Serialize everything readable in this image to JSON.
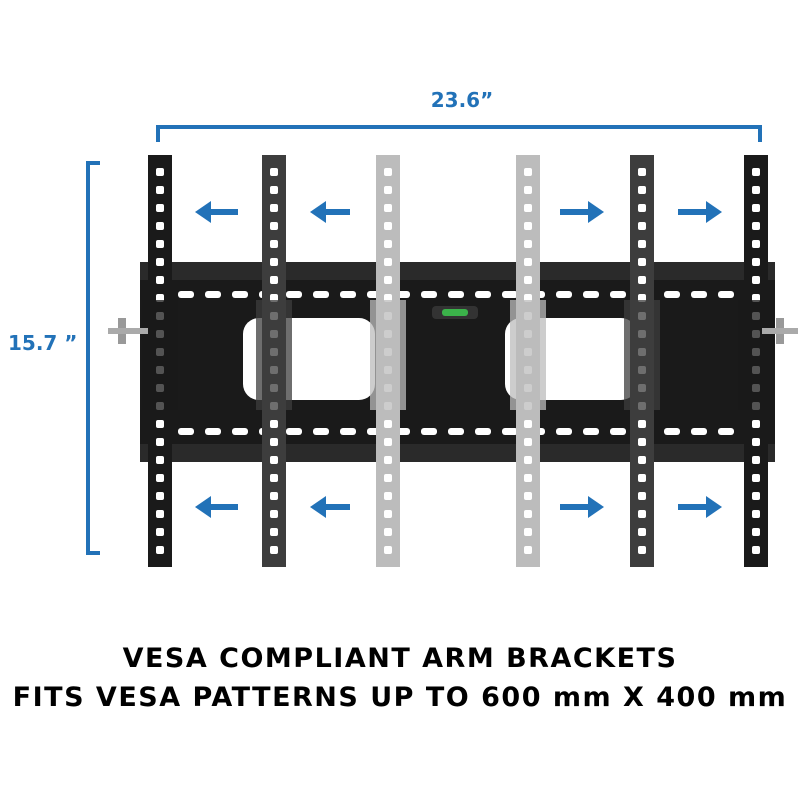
{
  "dimensions": {
    "width_label": "23.6”",
    "height_label": "15.7 ”"
  },
  "caption": {
    "line1": "VESA COMPLIANT ARM BRACKETS",
    "line2": "FITS VESA PATTERNS UP TO 600 mm X 400 mm"
  },
  "colors": {
    "accent_blue": "#2272b8",
    "bracket_black": "#1a1a1a",
    "bracket_dark_gray": "#3d3d3d",
    "bracket_light_gray": "#bcbcbc",
    "background": "#ffffff"
  },
  "arrows": {
    "left_icon": "arrow-left-icon",
    "right_icon": "arrow-right-icon"
  }
}
